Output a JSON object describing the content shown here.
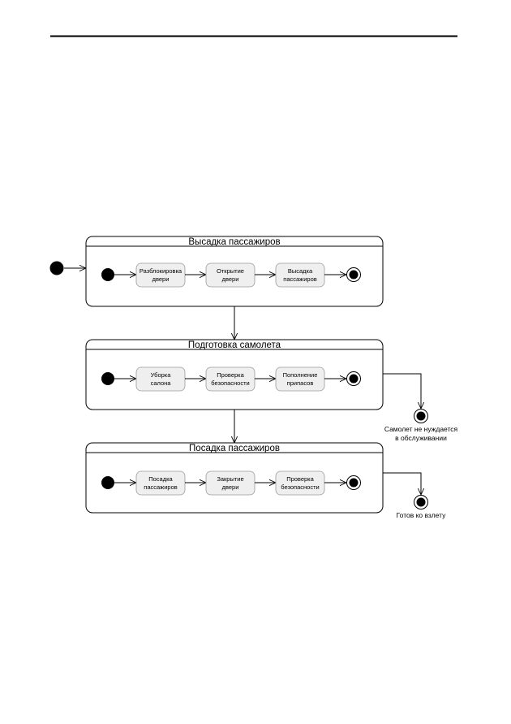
{
  "states": [
    {
      "title": "Высадка пассажиров",
      "activities": [
        [
          "Разблокировка",
          "двери"
        ],
        [
          "Открытие",
          "двери"
        ],
        [
          "Высадка",
          "пассажиров"
        ]
      ]
    },
    {
      "title": "Подготовка самолета",
      "activities": [
        [
          "Уборка",
          "салона"
        ],
        [
          "Проверка",
          "безопасности"
        ],
        [
          "Пополнение",
          "припасов"
        ]
      ]
    },
    {
      "title": "Посадка пассажиров",
      "activities": [
        [
          "Посадка",
          "пассажиров"
        ],
        [
          "Закрытие",
          "двери"
        ],
        [
          "Проверка",
          "безопасности"
        ]
      ]
    }
  ],
  "final_states": [
    [
      "Самолет не нуждается",
      "в обслуживании"
    ],
    [
      "Готов ко взлету"
    ]
  ]
}
